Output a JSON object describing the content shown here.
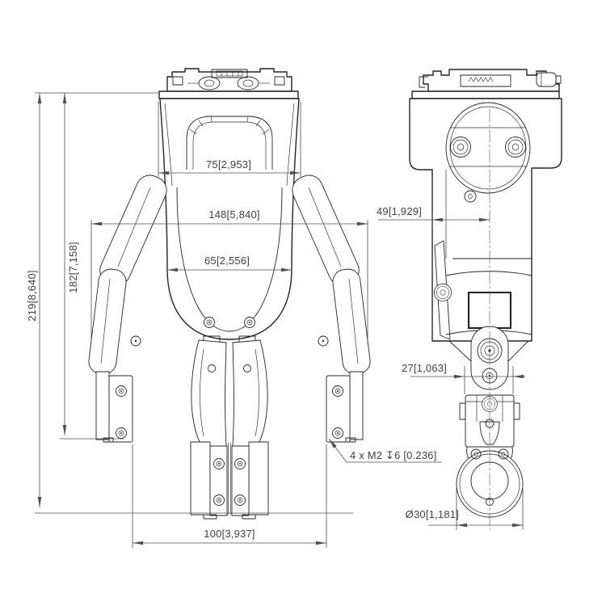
{
  "page": {
    "background_color": "#ffffff",
    "line_color": "#242424",
    "dimension_color": "#4f4f4f"
  },
  "drawing": {
    "kind": "two-view dimensioned technical drawing of a robotic gripper",
    "dims": {
      "d75": {
        "label": "75[2,953]",
        "value_mm": 75,
        "value_in": 2.953
      },
      "d148": {
        "label": "148[5,840]",
        "value_mm": 148,
        "value_in": 5.84
      },
      "d65": {
        "label": "65[2,556]",
        "value_mm": 65,
        "value_in": 2.556
      },
      "d182": {
        "label": "182[7,158]",
        "value_mm": 182,
        "value_in": 7.158
      },
      "d219": {
        "label": "219[8,640]",
        "value_mm": 219,
        "value_in": 8.64
      },
      "d100": {
        "label": "100[3,937]",
        "value_mm": 100,
        "value_in": 3.937
      },
      "d49": {
        "label": "49[1,929]",
        "value_mm": 49,
        "value_in": 1.929
      },
      "d27": {
        "label": "27[1,063]",
        "value_mm": 27,
        "value_in": 1.063
      },
      "d30": {
        "label": "Ø30[1,181]",
        "value_mm": 30,
        "value_in": 1.181
      }
    },
    "note": {
      "label": "4 x M2 ↧6 [0.236]"
    }
  }
}
